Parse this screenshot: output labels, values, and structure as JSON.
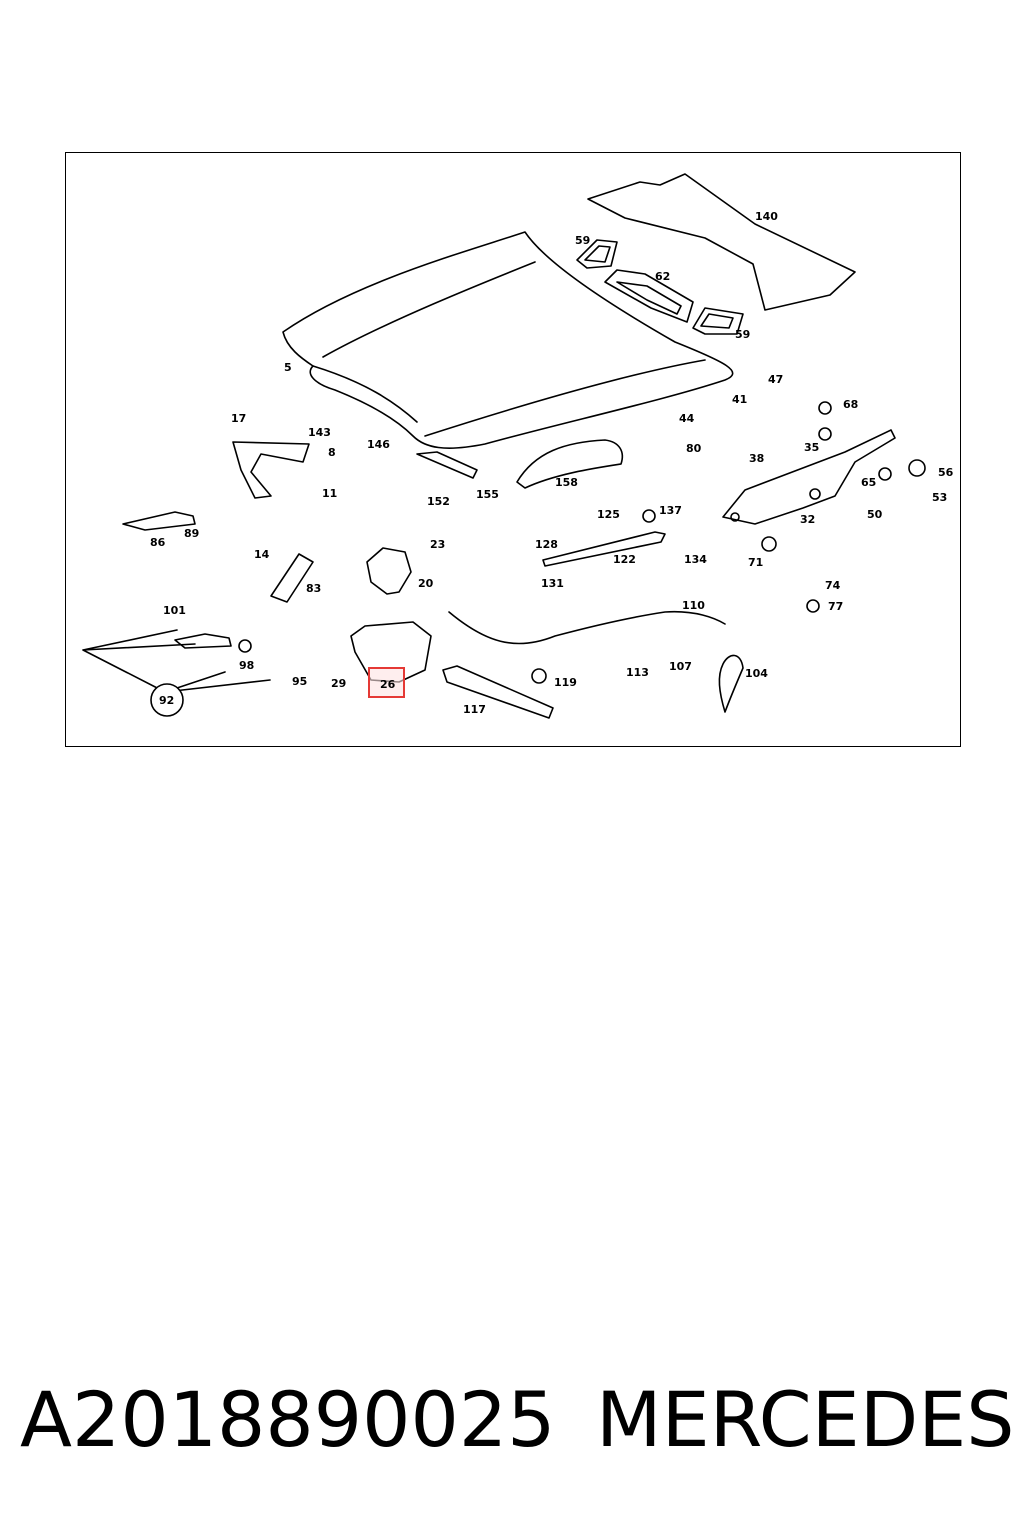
{
  "diagram": {
    "labels": [
      "140",
      "59",
      "62",
      "59",
      "5",
      "47",
      "41",
      "68",
      "44",
      "17",
      "143",
      "146",
      "8",
      "35",
      "80",
      "38",
      "56",
      "65",
      "53",
      "11",
      "152",
      "155",
      "158",
      "125",
      "137",
      "32",
      "50",
      "86",
      "89",
      "14",
      "23",
      "128",
      "122",
      "134",
      "71",
      "20",
      "131",
      "83",
      "74",
      "77",
      "101",
      "110",
      "98",
      "95",
      "29",
      "26",
      "119",
      "113",
      "107",
      "104",
      "117",
      "92"
    ],
    "highlighted_label": "26",
    "highlight_color": "#e53935"
  },
  "footer": {
    "part_number": "A2018890025",
    "brand": "MERCEDES"
  }
}
